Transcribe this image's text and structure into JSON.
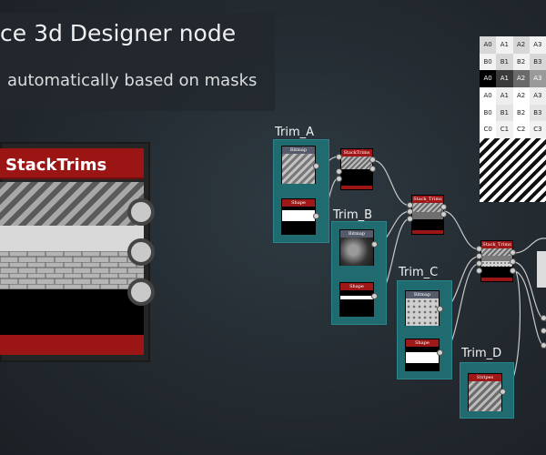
{
  "title": {
    "line1": "ce 3d Designer node",
    "line2": "automatically based on masks"
  },
  "big_node": {
    "label": "StackTrims"
  },
  "frames": {
    "trim_a": {
      "label": "Trim_A",
      "node1": "Bitmap",
      "node2": "Shape"
    },
    "trim_b": {
      "label": "Trim_B",
      "node1": "Bitmap",
      "node2": "Shape"
    },
    "trim_c": {
      "label": "Trim_C",
      "node1": "Bitmap",
      "node2": "Shape"
    },
    "trim_d": {
      "label": "Trim_D",
      "node1": "Stripes"
    }
  },
  "stack_nodes": {
    "n1": "StackTrims",
    "n2": "Stack_Trims",
    "n3": "Stack_Trims"
  },
  "reference_grid": [
    [
      "A0",
      "A1",
      "A2",
      "A3"
    ],
    [
      "B0",
      "B1",
      "B2",
      "B3"
    ],
    [
      "A0",
      "A1",
      "A2",
      "A3"
    ],
    [
      "A0",
      "A1",
      "A2",
      "A3"
    ],
    [
      "B0",
      "B1",
      "B2",
      "B3"
    ],
    [
      "C0",
      "C1",
      "C2",
      "C3"
    ]
  ],
  "colors": {
    "node_header_red": "#9c1515",
    "frame_teal": "#1f6b70",
    "background": "#232a30"
  }
}
